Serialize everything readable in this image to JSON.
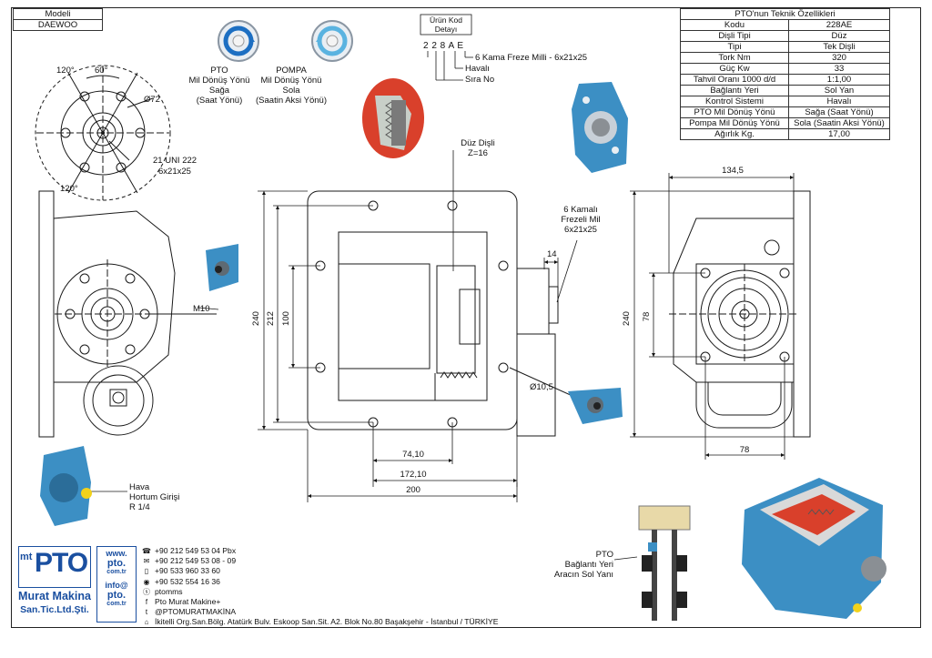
{
  "model_table": {
    "header": "Modeli",
    "value": "DAEWOO"
  },
  "spec_table": {
    "title": "PTO'nun Teknik Özellikleri",
    "rows": [
      {
        "label": "Kodu",
        "value": "228AE"
      },
      {
        "label": "Dişli Tipi",
        "value": "Düz"
      },
      {
        "label": "Tipi",
        "value": "Tek Dişli"
      },
      {
        "label": "Tork Nm",
        "value": "320"
      },
      {
        "label": "Güç Kw",
        "value": "33"
      },
      {
        "label": "Tahvil Oranı 1000 d/d",
        "value": "1:1,00"
      },
      {
        "label": "Bağlantı Yeri",
        "value": "Sol Yan"
      },
      {
        "label": "Kontrol Sistemi",
        "value": "Havalı"
      },
      {
        "label": "PTO Mil Dönüş Yönü",
        "value": "Sağa (Saat Yönü)"
      },
      {
        "label": "Pompa Mil Dönüş Yönü",
        "value": "Sola (Saatin Aksi Yönü)"
      },
      {
        "label": "Ağırlık Kg.",
        "value": "17,00"
      }
    ]
  },
  "rotation": {
    "pto": [
      "PTO",
      "Mil Dönüş Yönü",
      "Sağa",
      "(Saat Yönü)"
    ],
    "pump": [
      "POMPA",
      "Mil Dönüş Yönü",
      "Sola",
      "(Saatin Aksi Yönü)"
    ]
  },
  "product_code": {
    "box_lines": [
      "Ürün Kod",
      "Detayı"
    ],
    "code": "2 2 8 A E",
    "legend": [
      "6 Kama Freze Milli - 6x21x25",
      "Havalı",
      "Sıra No"
    ]
  },
  "labels": {
    "angle_120_top": "120°",
    "angle_60": "60°",
    "angle_120_bottom": "120°",
    "dia_72": "Ø72",
    "uni_1": "21 UNI 222",
    "uni_2": "6x21x25",
    "gear_1": "Düz Dişli",
    "gear_2": "Z=16",
    "shaft_1": "6 Kamalı",
    "shaft_2": "Frezeli Mil",
    "shaft_3": "6x21x25",
    "m10": "M10",
    "dia_105": "Ø10,5",
    "air_1": "Hava",
    "air_2": "Hortum Girişi",
    "air_3": "R 1/4",
    "mount_1": "PTO",
    "mount_2": "Bağlantı Yeri",
    "mount_3": "Aracın Sol Yanı"
  },
  "dimensions": {
    "d240_front": "240",
    "d212": "212",
    "d100": "100",
    "d74": "74,10",
    "d172": "172,10",
    "d200": "200",
    "d14": "14",
    "d134": "134,5",
    "d240_side": "240",
    "d78_vert": "78",
    "d78_horiz": "78"
  },
  "company": {
    "logo_top": "PTO",
    "logo_mt": "mt",
    "logo_line1": "Murat Makina",
    "logo_line2": "San.Tic.Ltd.Şti.",
    "web1_a": "www.",
    "web1_b": "pto.",
    "web1_c": "com.tr",
    "web2_a": "info@",
    "web2_b": "pto.",
    "web2_c": "com.tr",
    "contacts": [
      {
        "icon": "phone-icon",
        "glyph": "☎",
        "text": "+90 212 549 53 04  Pbx"
      },
      {
        "icon": "fax-icon",
        "glyph": "✉",
        "text": "+90 212 549 53 08 - 09"
      },
      {
        "icon": "mobile-icon",
        "glyph": "▯",
        "text": "+90 533 960 33 60"
      },
      {
        "icon": "whatsapp-icon",
        "glyph": "◉",
        "text": "+90 532 554 16 36"
      },
      {
        "icon": "skype-icon",
        "glyph": "ⓢ",
        "text": "ptomms"
      },
      {
        "icon": "facebook-icon",
        "glyph": "f",
        "text": "Pto Murat Makine+"
      },
      {
        "icon": "twitter-icon",
        "glyph": "t",
        "text": "@PTOMURATMAKİNA"
      },
      {
        "icon": "location-icon",
        "glyph": "⌂",
        "text": "İkitelli Org.San.Bölg. Atatürk Bulv. Eskoop San.Sit. A2. Blok No.80 Başakşehir - İstanbul / TÜRKİYE"
      }
    ]
  },
  "colors": {
    "part_blue": "#3c8fc4",
    "part_red": "#d9402b",
    "line": "#1a1a1a",
    "brand_blue": "#1a4fa0",
    "yellow": "#f2d21b"
  }
}
